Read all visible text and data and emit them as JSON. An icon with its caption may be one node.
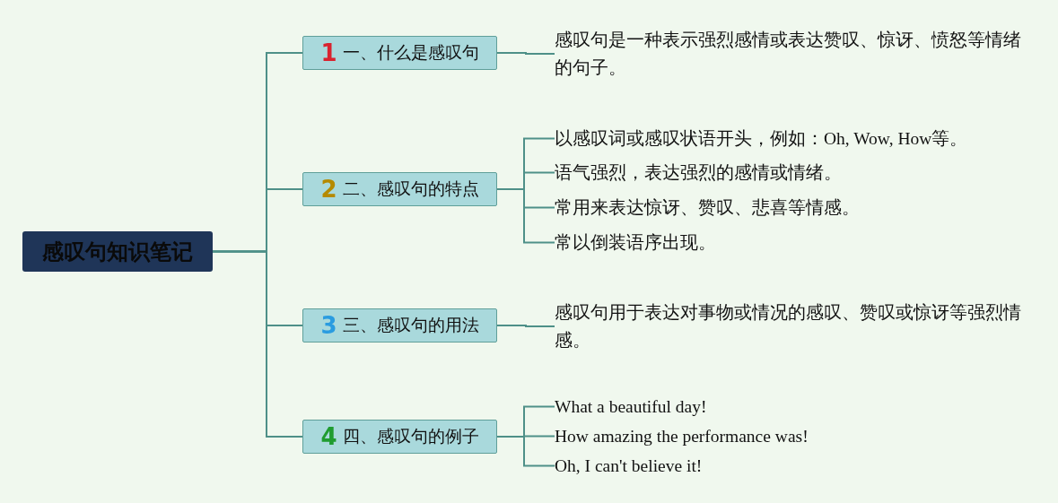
{
  "diagram": {
    "nodes": [
      {
        "text": [
          "感叹句知识笔记"
        ]
      },
      {
        "text": [
          "1",
          "一、什么是感叹句"
        ]
      },
      {
        "text": [
          "2",
          "二、感叹句的特点"
        ]
      },
      {
        "text": [
          "3",
          "三、感叹句的用法"
        ]
      },
      {
        "text": [
          "4",
          "四、感叹句的例子"
        ]
      },
      {
        "text": [
          "感叹句是一种表示强烈感情或表达赞叹、惊讶、愤怒等情绪的句子。"
        ]
      },
      {
        "text": [
          "以感叹词或感叹状语开头，例如：Oh, Wow, How等。"
        ]
      },
      {
        "text": [
          "语气强烈，表达强烈的感情或情绪。"
        ]
      },
      {
        "text": [
          "常用来表达惊讶、赞叹、悲喜等情感。"
        ]
      },
      {
        "text": [
          "常以倒装语序出现。"
        ]
      },
      {
        "text": [
          "感叹句用于表达对事物或情况的感叹、赞叹或惊讶等强烈情感。"
        ]
      },
      {
        "text": [
          "What a beautiful day!"
        ]
      },
      {
        "text": [
          "How amazing the performance was!"
        ]
      },
      {
        "text": [
          "Oh, I can't believe it!"
        ]
      }
    ],
    "edges": [
      {
        "from": 0,
        "to": 1,
        "arrow": "none"
      },
      {
        "from": 0,
        "to": 2,
        "arrow": "none"
      },
      {
        "from": 0,
        "to": 3,
        "arrow": "none"
      },
      {
        "from": 0,
        "to": 4,
        "arrow": "none"
      },
      {
        "from": 1,
        "to": 5,
        "arrow": "none"
      },
      {
        "from": 2,
        "to": 6,
        "arrow": "none"
      },
      {
        "from": 2,
        "to": 7,
        "arrow": "none"
      },
      {
        "from": 2,
        "to": 8,
        "arrow": "none"
      },
      {
        "from": 2,
        "to": 9,
        "arrow": "none"
      },
      {
        "from": 3,
        "to": 10,
        "arrow": "none"
      },
      {
        "from": 4,
        "to": 11,
        "arrow": "none"
      },
      {
        "from": 4,
        "to": 12,
        "arrow": "none"
      },
      {
        "from": 4,
        "to": 13,
        "arrow": "none"
      }
    ]
  }
}
